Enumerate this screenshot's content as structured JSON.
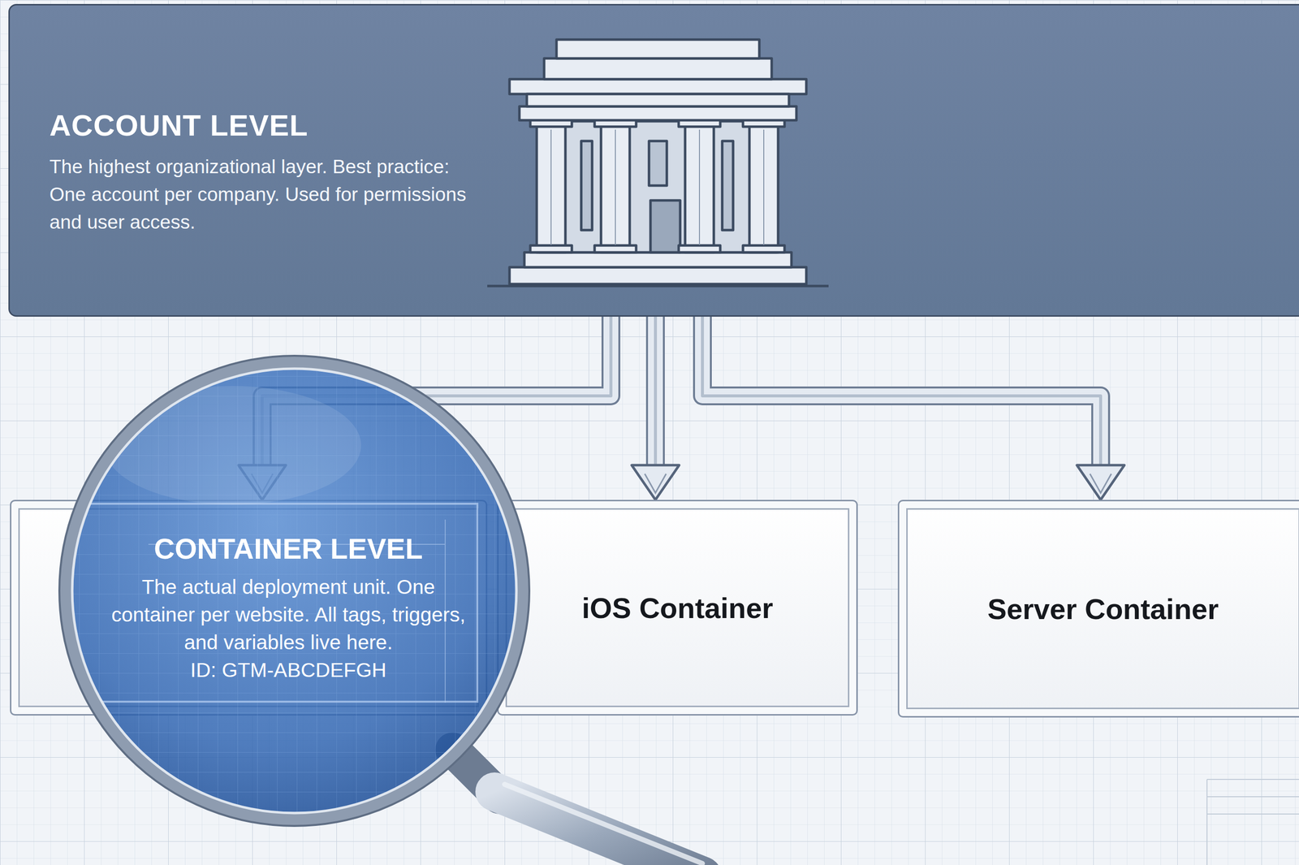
{
  "diagram": {
    "nodes": [
      {
        "text": [
          "ACCOUNT LEVEL",
          "The highest organizational layer. Best practice: One account per company. Used for permissions and user access."
        ]
      },
      {
        "text": [
          "CONTAINER LEVEL",
          "The actual deployment unit. One container per website. All tags, triggers, and variables live here.",
          "ID: GTM-ABCDEFGH"
        ]
      },
      {
        "text": [
          "iOS Container"
        ]
      },
      {
        "text": [
          "Server Container"
        ]
      }
    ],
    "edges": [
      {
        "from": 0,
        "to": 1,
        "arrow": "to"
      },
      {
        "from": 0,
        "to": 2,
        "arrow": "to"
      },
      {
        "from": 0,
        "to": 3,
        "arrow": "to"
      }
    ]
  }
}
